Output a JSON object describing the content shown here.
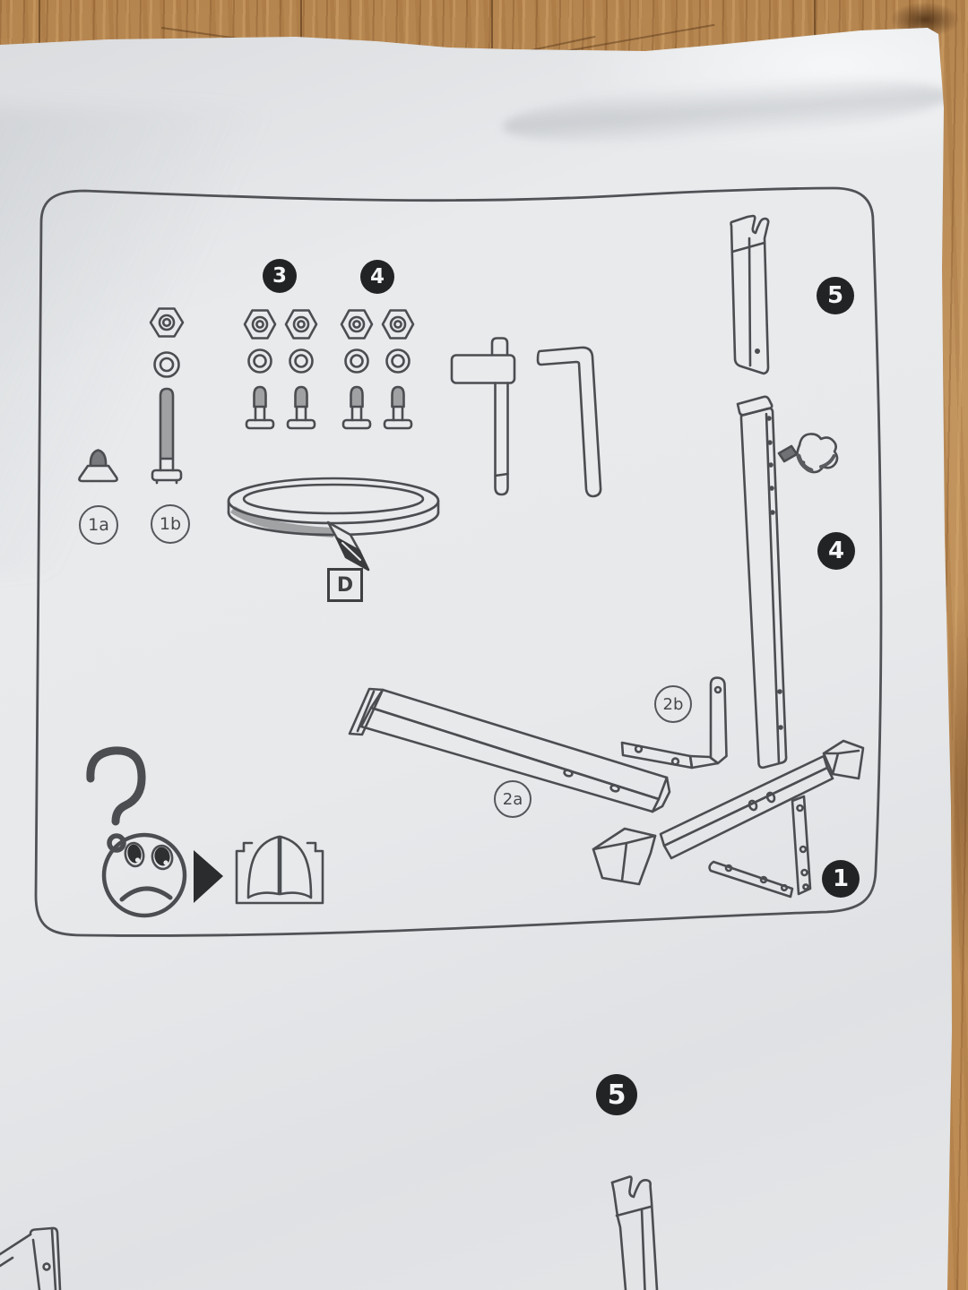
{
  "parts_box": {
    "hardware_badges": {
      "group3": "3",
      "group4": "4"
    },
    "part_badges": {
      "part5": "5",
      "part4": "4",
      "part1": "1"
    },
    "part_labels": {
      "l1a": "1a",
      "l1b": "1b",
      "l2a": "2a",
      "l2b": "2b"
    },
    "strap_label": {
      "d": "D"
    }
  },
  "steps": {
    "step5": "5"
  },
  "colors": {
    "paper": "#e7e9eb",
    "line_art": "#4b4d50",
    "badge_background": "#222325",
    "badge_text": "#f4f5f6",
    "wood": "#bf8c55",
    "hardware_shading_gray": "#a0a1a3",
    "strap_dark_end": "#3a3b3d"
  }
}
